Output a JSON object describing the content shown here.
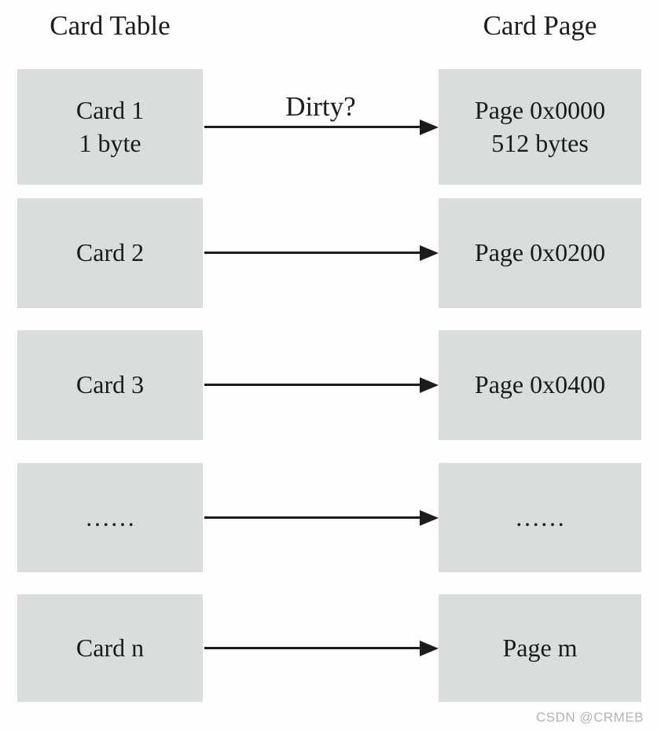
{
  "diagram": {
    "headers": {
      "left": "Card Table",
      "right": "Card Page"
    },
    "rows": [
      {
        "left_lines": [
          "Card 1",
          "1 byte"
        ],
        "right_lines": [
          "Page 0x0000",
          "512 bytes"
        ],
        "arrow_label": "Dirty?"
      },
      {
        "left_lines": [
          "Card 2"
        ],
        "right_lines": [
          "Page 0x0200"
        ]
      },
      {
        "left_lines": [
          "Card 3"
        ],
        "right_lines": [
          "Page 0x0400"
        ]
      },
      {
        "left_lines": [
          "……"
        ],
        "right_lines": [
          "……"
        ]
      },
      {
        "left_lines": [
          "Card n"
        ],
        "right_lines": [
          "Page m"
        ]
      }
    ],
    "colors": {
      "box_fill": "#d9dddc",
      "line": "#1c1c1c",
      "text": "#1b1b1b",
      "watermark": "#b4b4b4"
    },
    "watermark": "CSDN @CRMEB"
  }
}
